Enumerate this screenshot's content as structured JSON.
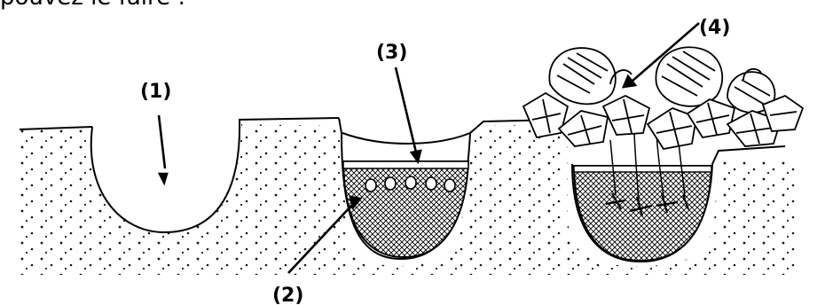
{
  "header_fragment": "pouvez le faire :",
  "labels": {
    "l1": "(1)",
    "l2": "(2)",
    "l3": "(3)",
    "l4": "(4)"
  },
  "colors": {
    "ink": "#000000",
    "paper": "#ffffff"
  }
}
